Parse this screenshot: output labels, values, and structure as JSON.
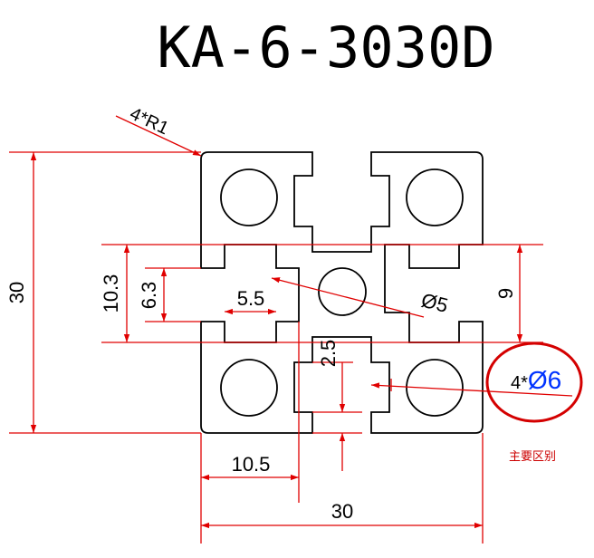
{
  "title": "KA-6-3030D",
  "dimensions": {
    "corner_radius": "4*R1",
    "height": "30",
    "slot_opening_outer": "10.3",
    "slot_opening_inner": "6.3",
    "slot_width": "5.5",
    "center_hole": "Ø5",
    "slot_depth": "9",
    "wall": "2.5",
    "offset": "10.5",
    "width": "30"
  },
  "corner_holes": {
    "prefix": "4*",
    "value": "Ø6",
    "value_color": "#0033ff",
    "highlight_color": "#d40000"
  },
  "note": "主要区别"
}
